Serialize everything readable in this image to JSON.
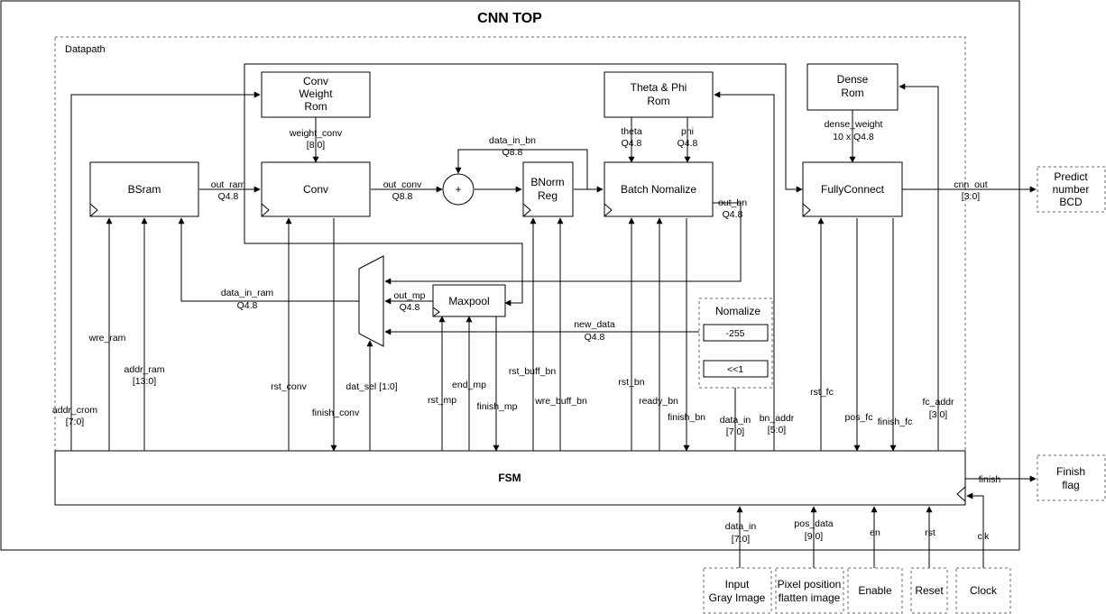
{
  "title": "CNN TOP",
  "datapath_label": "Datapath",
  "blocks": {
    "conv_weight_rom": [
      "Conv",
      "Weight",
      "Rom"
    ],
    "theta_phi_rom": [
      "Theta & Phi",
      "Rom"
    ],
    "dense_rom": [
      "Dense",
      "Rom"
    ],
    "bsram": "BSram",
    "conv": "Conv",
    "adder": "+",
    "bnorm_reg": [
      "BNorm",
      "Reg"
    ],
    "batch_normalize": "Batch Nomalize",
    "fully_connect": "FullyConnect",
    "maxpool": "Maxpool",
    "normalize_group": "Nomalize",
    "minus255": "-255",
    "shift1": "<<1",
    "fsm": "FSM"
  },
  "signals": {
    "weight_conv": [
      "weight_conv",
      "[8:0]"
    ],
    "theta": [
      "theta",
      "Q4.8"
    ],
    "phi": [
      "phi",
      "Q4.8"
    ],
    "dense_weight": [
      "dense_weight",
      "10 x Q4.8"
    ],
    "data_in_bn": [
      "data_in_bn",
      "Q8.8"
    ],
    "out_ram": [
      "out_ram",
      "Q4.8"
    ],
    "out_conv": [
      "out_conv",
      "Q8.8"
    ],
    "out_bn": [
      "out_bn",
      "Q4.8"
    ],
    "cnn_out": [
      "cnn_out",
      "[3:0]"
    ],
    "data_in_ram": [
      "data_in_ram",
      "Q4.8"
    ],
    "out_mp": [
      "out_mp",
      "Q4.8"
    ],
    "new_data": [
      "new_data",
      "Q4.8"
    ],
    "wre_ram": "wre_ram",
    "addr_ram": [
      "addr_ram",
      "[13:0]"
    ],
    "addr_crom": [
      "addr_crom",
      "[7:0]"
    ],
    "rst_conv": "rst_conv",
    "finish_conv": "finish_conv",
    "dat_sel": "dat_sel [1:0]",
    "rst_mp": "rst_mp",
    "end_mp": "end_mp",
    "finish_mp": "finish_mp",
    "rst_buff_bn": "rst_buff_bn",
    "wre_buff_bn": "wre_buff_bn",
    "rst_bn": "rst_bn",
    "ready_bn": "ready_bn",
    "finish_bn": "finish_bn",
    "data_in_norm": [
      "data_in",
      "[7:0]"
    ],
    "bn_addr": [
      "bn_addr",
      "[5:0]"
    ],
    "rst_fc": "rst_fc",
    "pos_fc": "pos_fc",
    "finish_fc": "finish_fc",
    "fc_addr": [
      "fc_addr",
      "[3:0]"
    ],
    "finish": "finish",
    "data_in_ext": [
      "data_in",
      "[7:0]"
    ],
    "pos_data": [
      "pos_data",
      "[9:0]"
    ],
    "en": "en",
    "rst": "rst",
    "clk": "clk"
  },
  "externals": {
    "predict": [
      "Predict",
      "number",
      "BCD"
    ],
    "finish_flag": [
      "Finish",
      "flag"
    ],
    "input_image": [
      "Input",
      "Gray Image"
    ],
    "pixel_position": [
      "Pixel position",
      "flatten image"
    ],
    "enable": "Enable",
    "reset": "Reset",
    "clock": "Clock"
  }
}
